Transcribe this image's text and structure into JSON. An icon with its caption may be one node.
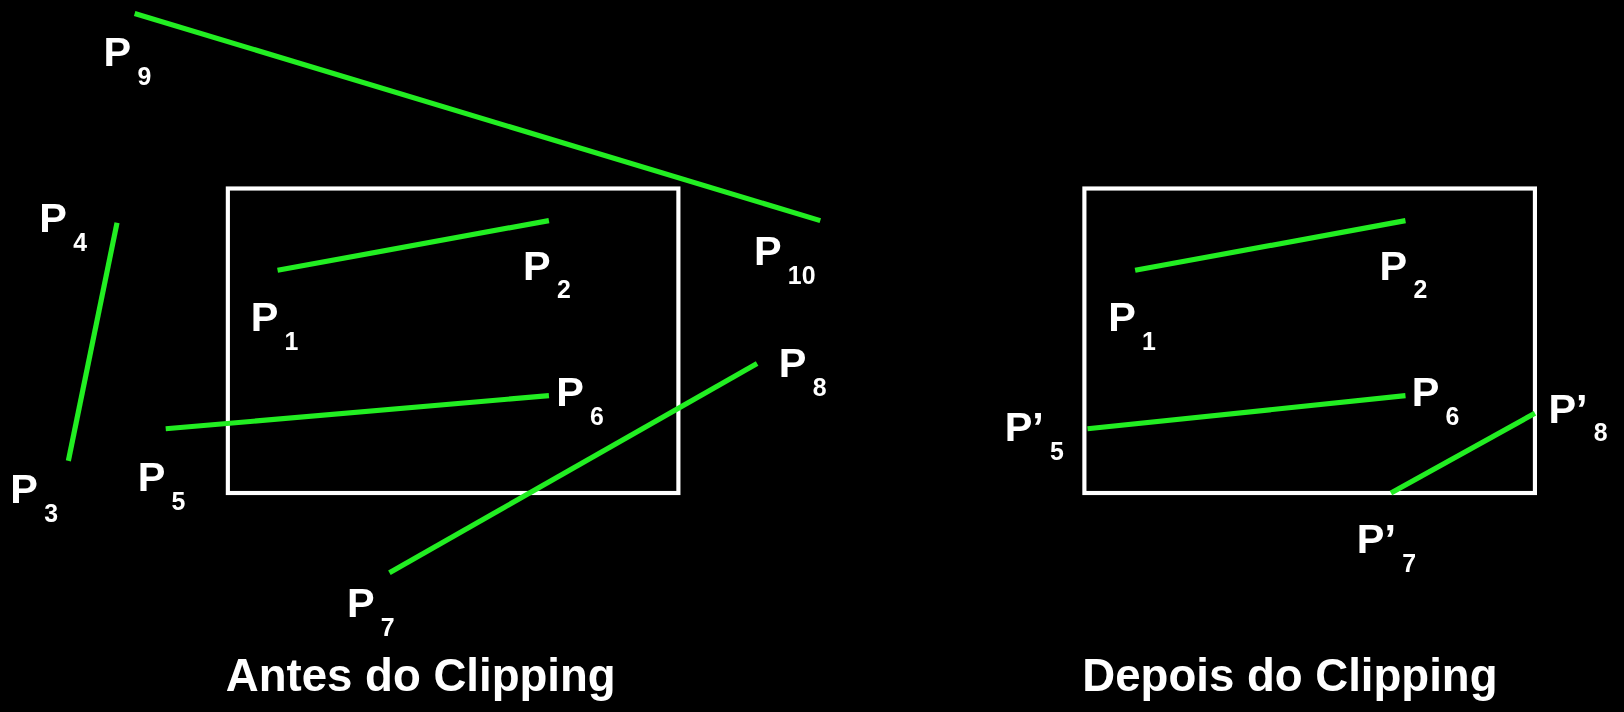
{
  "diagram": {
    "labels": [
      "P$_{9}$",
      "P$_{4}$",
      "P$_{10}$",
      "P$_{2}$",
      "P$_{2}$",
      "P$_{1}$",
      "P$_{1}$",
      "P$_{8}$",
      "P$_{6}$",
      "P$_{6}$",
      "P’$_{8}$",
      "P’$_{5}$",
      "P$_{5}$",
      "P$_{3}$",
      "P’$_{7}$",
      "P$_{7}$",
      "Antes do Clipping",
      "Depois do Clipping"
    ]
  }
}
